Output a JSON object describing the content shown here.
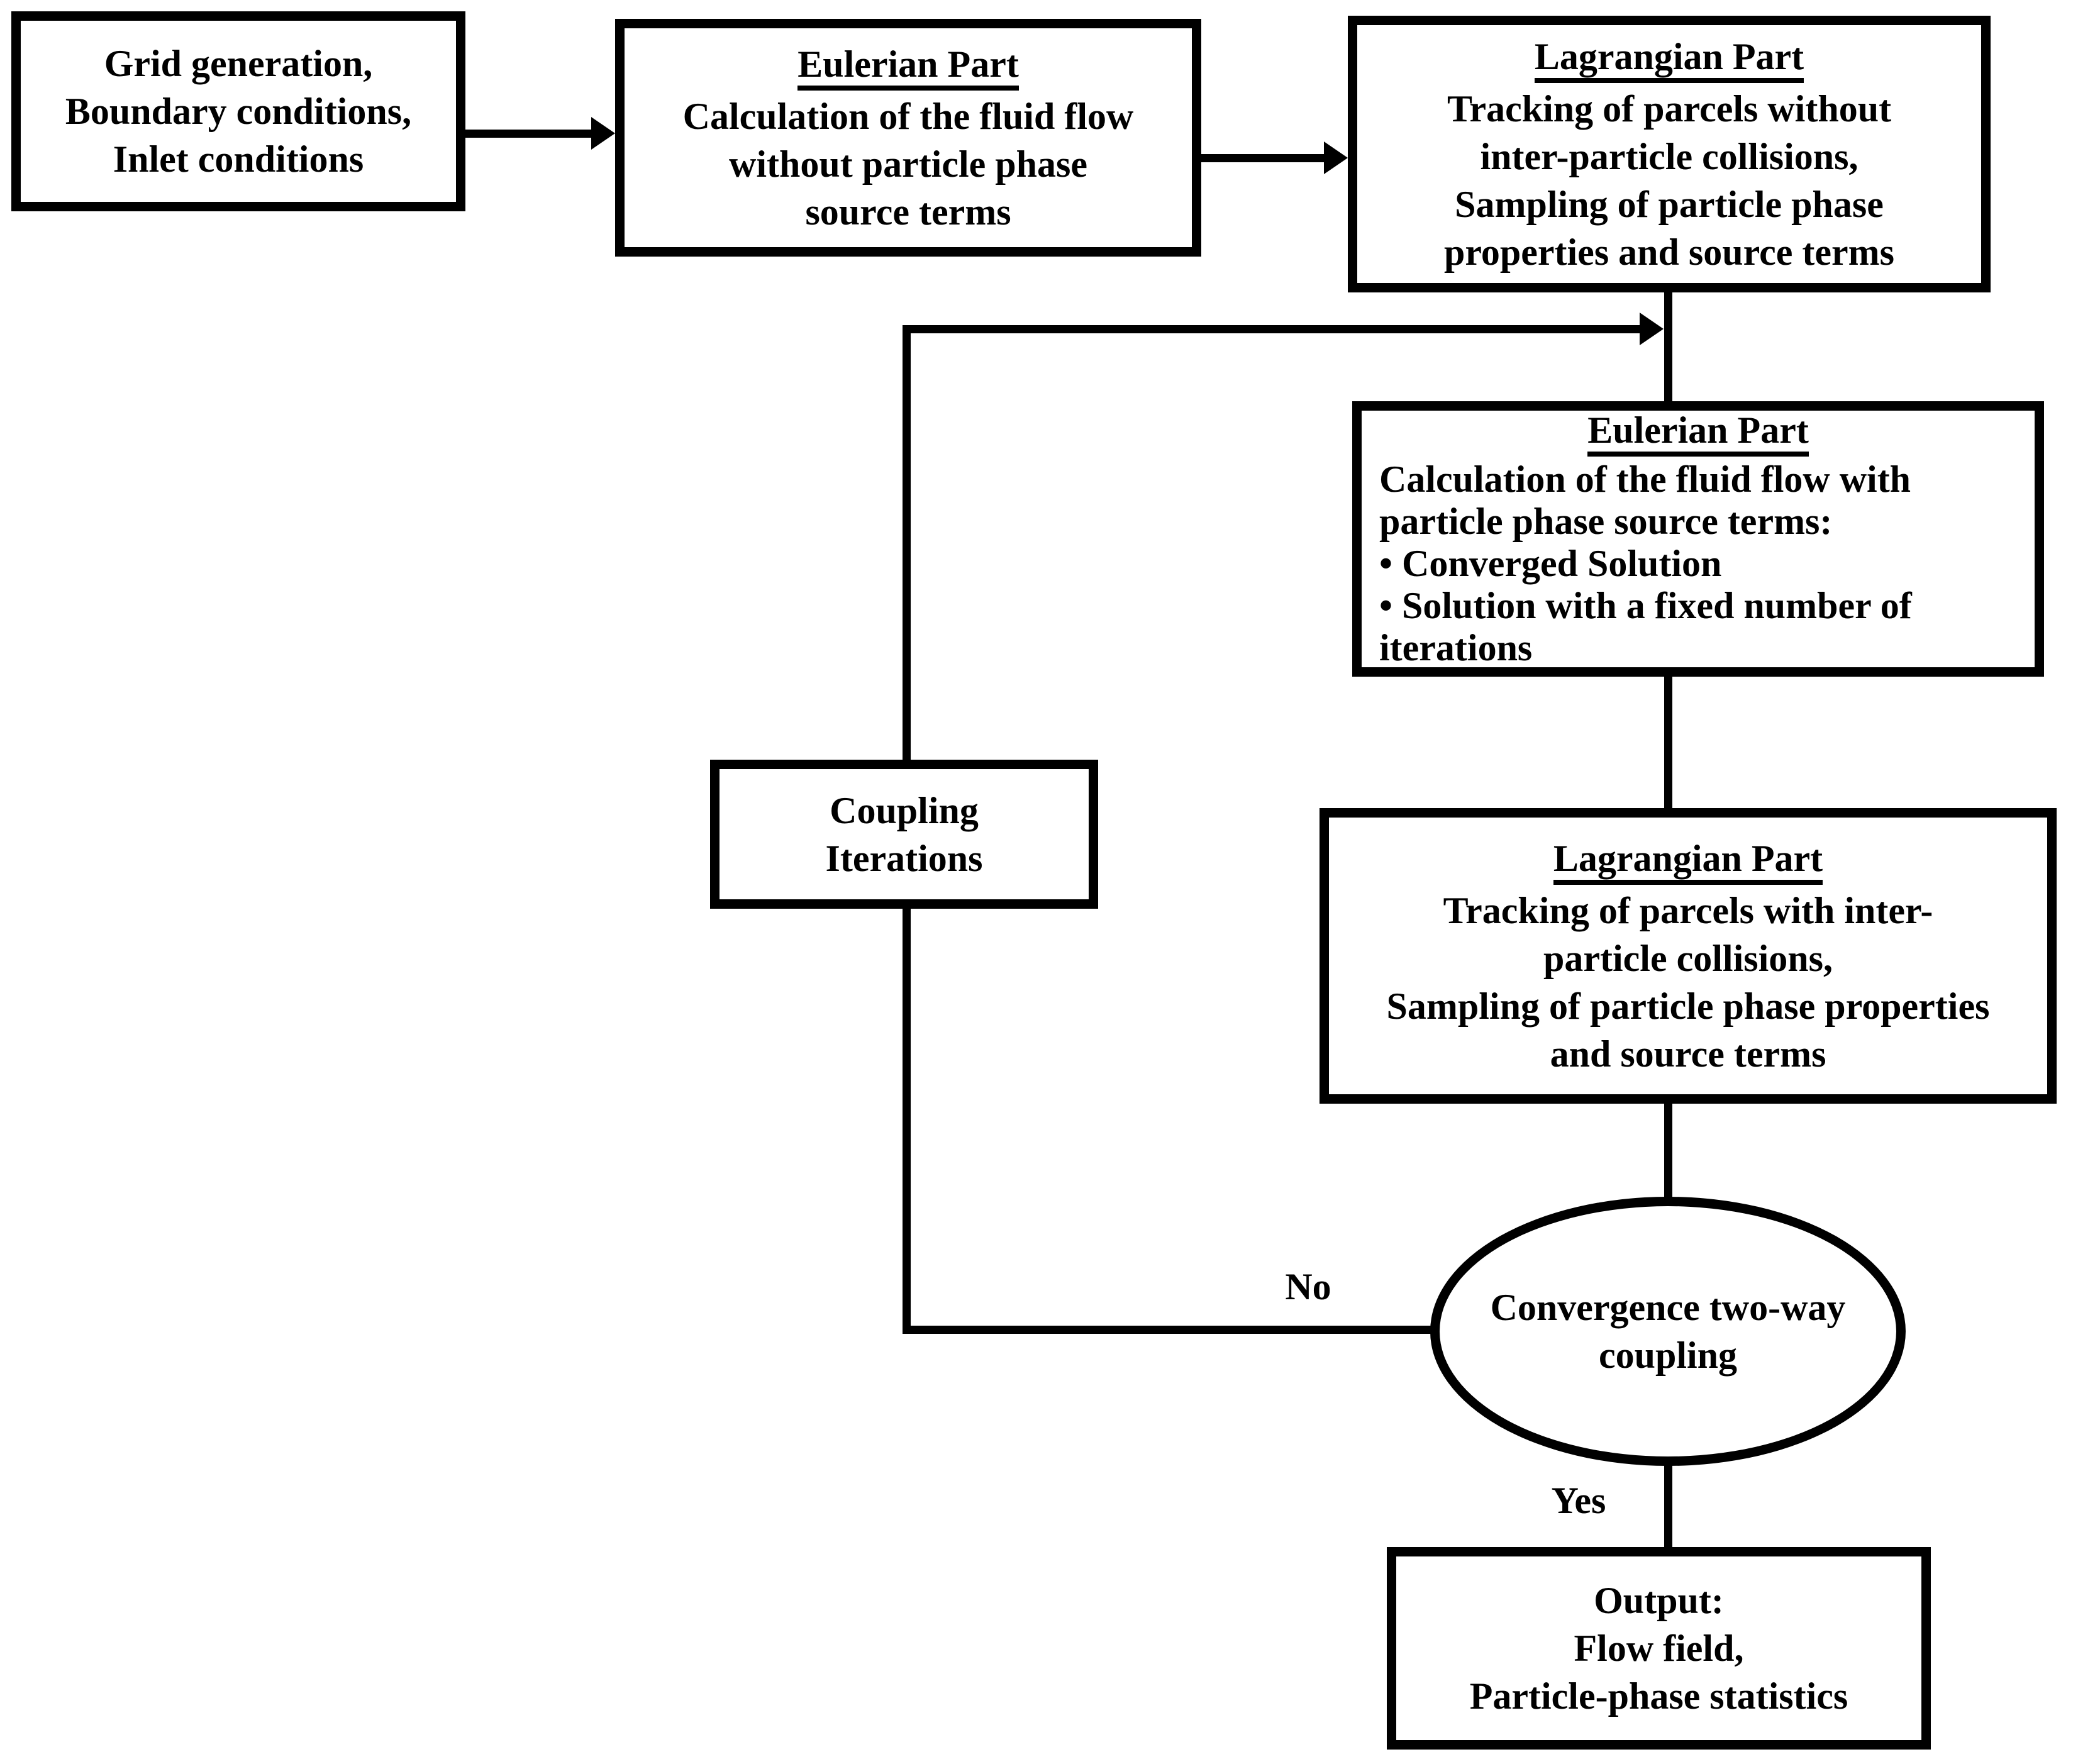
{
  "page": {
    "background_color": "#ffffff",
    "line_color": "#000000",
    "diagram_type": "flowchart"
  },
  "boxes": {
    "grid": {
      "lines": [
        "Grid generation,",
        "Boundary conditions,",
        "Inlet conditions"
      ]
    },
    "eulerian1": {
      "title": "Eulerian Part",
      "lines": [
        "Calculation of the fluid flow",
        "without particle phase",
        "source terms"
      ]
    },
    "lagrangian1": {
      "title": "Lagrangian Part",
      "lines": [
        "Tracking of parcels without",
        "inter-particle collisions,",
        "Sampling of particle phase",
        "properties and source terms"
      ]
    },
    "eulerian2": {
      "title": "Eulerian Part",
      "lines": [
        "Calculation of the fluid flow with",
        "particle phase source terms:",
        "• Converged Solution",
        "• Solution with a fixed number of",
        "iterations"
      ]
    },
    "lagrangian2": {
      "title": "Lagrangian Part",
      "lines": [
        "Tracking of parcels with inter-",
        "particle collisions,",
        "Sampling of particle phase properties",
        "and source terms"
      ]
    },
    "coupling": {
      "lines": [
        "Coupling",
        "Iterations"
      ]
    },
    "decision": {
      "lines": [
        "Convergence two-way",
        "coupling"
      ]
    },
    "output": {
      "lines": [
        "Output:",
        "Flow field,",
        "Particle-phase statistics"
      ]
    }
  },
  "labels": {
    "no": "No",
    "yes": "Yes"
  }
}
